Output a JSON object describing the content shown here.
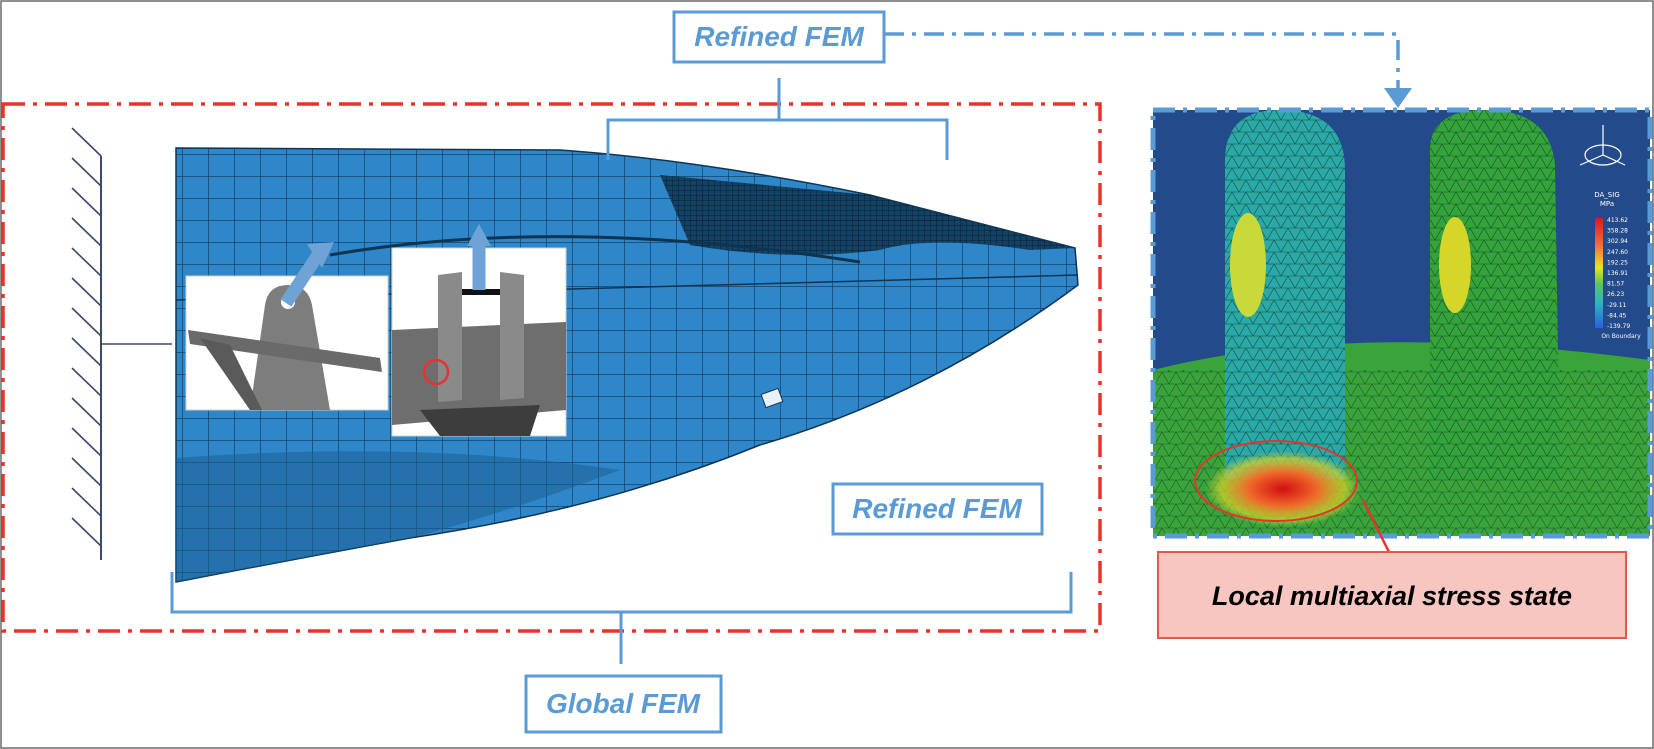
{
  "labels": {
    "refined_top": "Refined FEM",
    "refined_inner": "Refined FEM",
    "global": "Global FEM",
    "local_stress": "Local multiaxial stress state"
  },
  "legend": {
    "title": "DA_SIG",
    "unit": "MPa",
    "ticks": [
      "413.62",
      "358.28",
      "302.94",
      "247.60",
      "192.25",
      "136.91",
      "81.57",
      "26.23",
      "-29.11",
      "-84.45",
      "-139.79"
    ],
    "footer": "On Boundary"
  },
  "colors": {
    "label_blue": "#5b9bd5",
    "frame_red": "#e8322a",
    "mesh_blue": "#2e86c8",
    "stress_box_fill": "#f7c6c0",
    "stress_box_border": "#e05a4a"
  }
}
